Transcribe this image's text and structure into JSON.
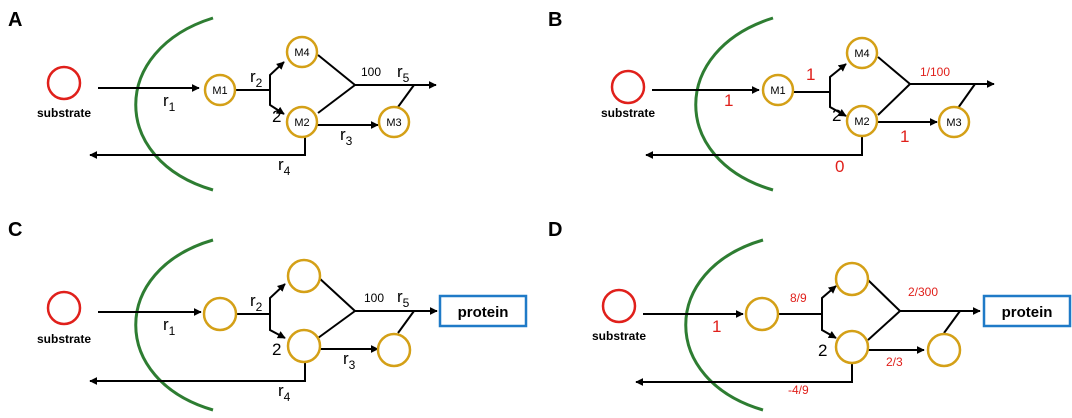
{
  "colors": {
    "membrane": "#2e7d32",
    "substrate": "#e0201b",
    "metabolite": "#d4a017",
    "protein_box": "#1f7ac7",
    "arrow": "#000000",
    "flux": "#e0201b"
  },
  "panels": {
    "A": {
      "letter": "A",
      "substrate": "substrate",
      "nodes": [
        "M1",
        "M2",
        "M3",
        "M4"
      ],
      "r1": "r",
      "r1_sub": "1",
      "r2": "r",
      "r2_sub": "2",
      "r3": "r",
      "r3_sub": "3",
      "r4": "r",
      "r4_sub": "4",
      "r5": "r",
      "r5_sub": "5",
      "stoich_2": "2",
      "stoich_100": "100"
    },
    "B": {
      "letter": "B",
      "substrate": "substrate",
      "nodes": [
        "M1",
        "M2",
        "M3",
        "M4"
      ],
      "v_in": "1",
      "v_2": "1",
      "v_3": "1",
      "v_4": "0",
      "v_5": "1/100",
      "stoich_2": "2"
    },
    "C": {
      "letter": "C",
      "substrate": "substrate",
      "protein": "protein",
      "r1": "r",
      "r1_sub": "1",
      "r2": "r",
      "r2_sub": "2",
      "r3": "r",
      "r3_sub": "3",
      "r4": "r",
      "r4_sub": "4",
      "r5": "r",
      "r5_sub": "5",
      "stoich_2": "2",
      "stoich_100": "100"
    },
    "D": {
      "letter": "D",
      "substrate": "substrate",
      "protein": "protein",
      "v_in": "1",
      "v_2": "8/9",
      "v_3": "2/3",
      "v_4": "-4/9",
      "v_5": "2/300",
      "stoich_2": "2"
    }
  }
}
